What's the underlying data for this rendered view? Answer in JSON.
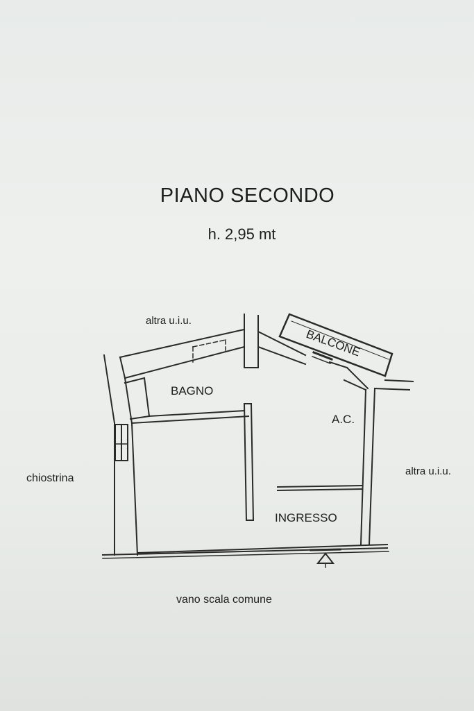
{
  "header": {
    "title": "PIANO SECONDO",
    "height": "h. 2,95 mt"
  },
  "rooms": {
    "bagno": "BAGNO",
    "ac": "A.C.",
    "ingresso": "INGRESSO",
    "balcone": "BALCONE"
  },
  "surroundings": {
    "top": "altra u.i.u.",
    "right": "altra u.i.u.",
    "left": "chiostrina",
    "bottom": "vano scala comune"
  }
}
